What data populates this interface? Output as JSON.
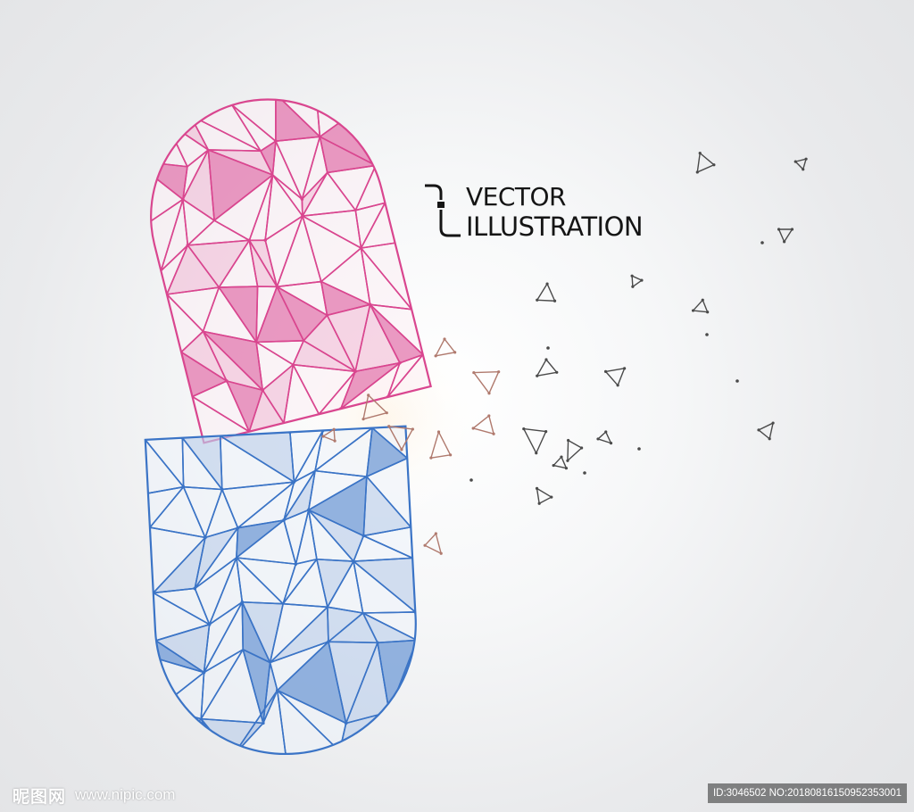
{
  "headline": {
    "line1": "VECTOR",
    "line2": "ILLUSTRATION"
  },
  "watermark": {
    "logo": "昵图网",
    "site": "www.nipic.com",
    "id_text": "ID:3046502 NO:20180816150952353001"
  },
  "colors": {
    "background": "#ececee",
    "capsule_top": "#d9468f",
    "capsule_bottom": "#3b74c6",
    "particles": "#4a4a4a",
    "particles_warm": "#b07a6e",
    "text": "#151515"
  },
  "icons": {
    "bracket": "corner-bracket-icon"
  }
}
